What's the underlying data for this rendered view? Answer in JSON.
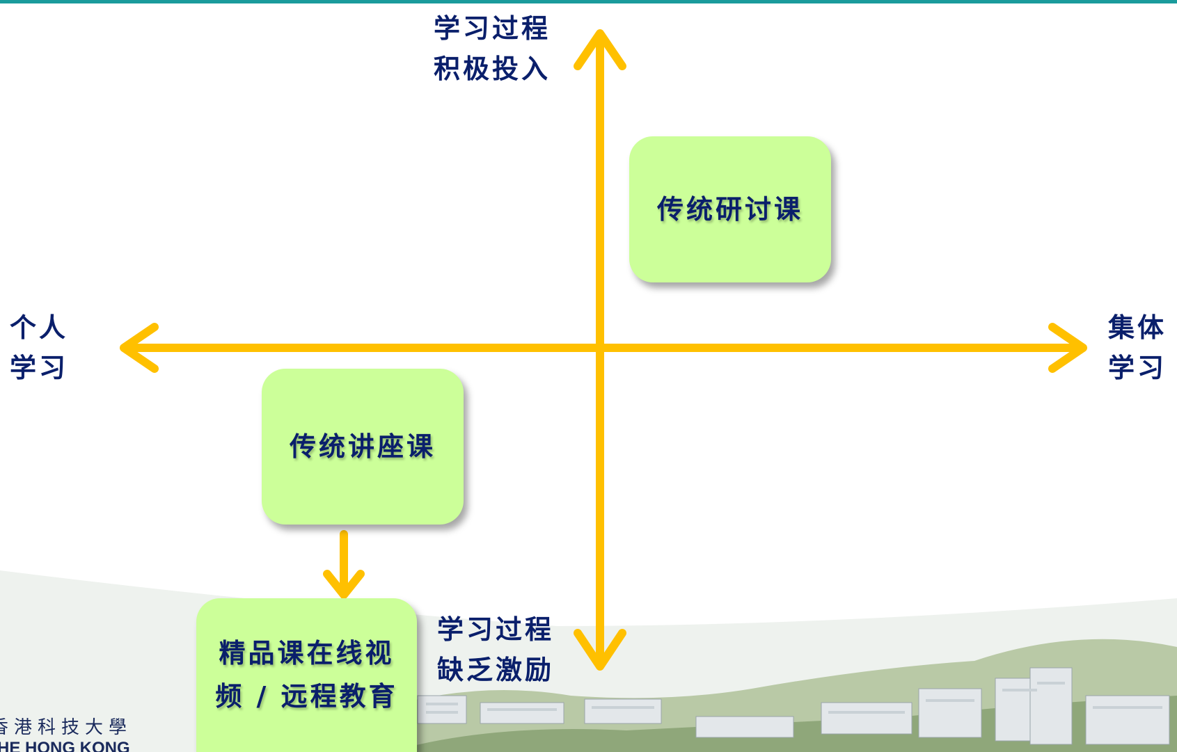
{
  "axes": {
    "top": {
      "line1": "学习过程",
      "line2": "积极投入"
    },
    "bottom": {
      "line1": "学习过程",
      "line2": "缺乏激励"
    },
    "left": {
      "line1": "个人",
      "line2": "学习"
    },
    "right": {
      "line1": "集体",
      "line2": "学习"
    }
  },
  "boxes": {
    "seminar": {
      "label": "传统研讨课"
    },
    "lecture": {
      "label": "传统讲座课"
    },
    "online": {
      "line1": "精品课在线视",
      "line2": "频 / 远程教育"
    }
  },
  "logo": {
    "chinese": "香港科技大學",
    "english": "HE HONG KONG"
  },
  "colors": {
    "arrow": "#ffc000",
    "box_fill": "#ccff99",
    "text": "#0a1f6b",
    "top_bar": "#1a9b9c"
  }
}
